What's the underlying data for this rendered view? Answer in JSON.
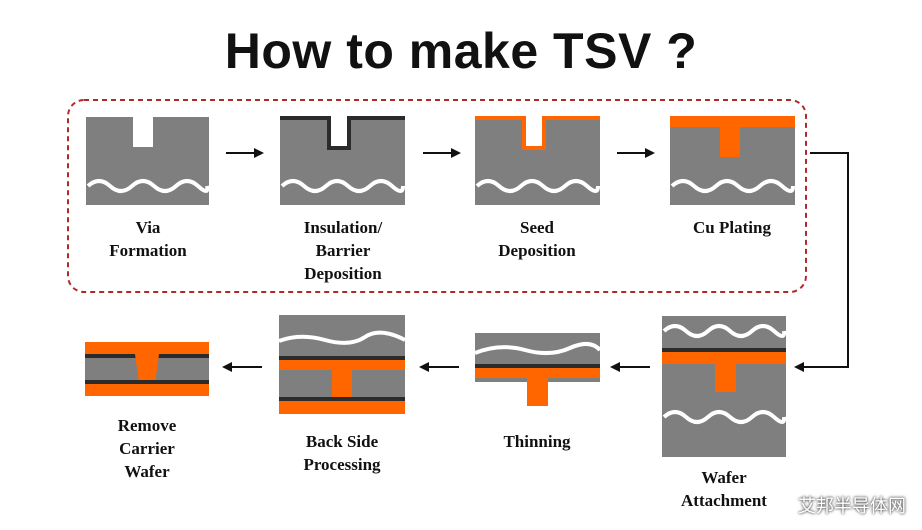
{
  "title": "How to make TSV ?",
  "colors": {
    "silicon": "#7f7f7f",
    "copper": "#ff6600",
    "dielectric": "#2b2b2b",
    "frame": "#b3282d",
    "text": "#111111"
  },
  "steps": [
    {
      "id": "via",
      "label": "Via\nFormation"
    },
    {
      "id": "insulation",
      "label": "Insulation/\nBarrier\nDeposition"
    },
    {
      "id": "seed",
      "label": "Seed\nDeposition"
    },
    {
      "id": "cu",
      "label": "Cu Plating"
    },
    {
      "id": "wafer",
      "label": "Wafer\nAttachment"
    },
    {
      "id": "thinning",
      "label": "Thinning"
    },
    {
      "id": "backside",
      "label": "Back Side\nProcessing"
    },
    {
      "id": "remove",
      "label": "Remove\nCarrier\nWafer"
    }
  ],
  "watermark": "艾邦半导体网"
}
